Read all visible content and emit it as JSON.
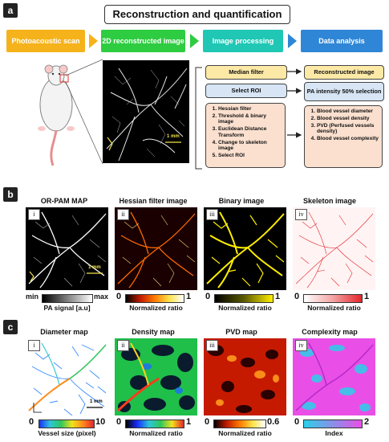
{
  "panel_a": {
    "letter": "a",
    "title": "Reconstruction and quantification",
    "stages": [
      {
        "label": "Photoacoustic scan",
        "color": "#f5b21b"
      },
      {
        "label": "2D reconstructed image",
        "color": "#2ecc40"
      },
      {
        "label": "Image processing",
        "color": "#1fc7b4"
      },
      {
        "label": "Data analysis",
        "color": "#2f86d6"
      }
    ],
    "processing_steps": {
      "median_filter": "Median filter",
      "select_roi": "Select ROI",
      "list": [
        "Hessian filter",
        "Threshold & binary image",
        "Euclidean Distance Transform",
        "Change to skeleton image",
        "Select ROI"
      ]
    },
    "analysis_steps": {
      "reconstructed": "Reconstructed image",
      "pa_intensity": "PA intensity 50% selection",
      "list": [
        "Blood vessel diameter",
        "Blood vessel density",
        "PVD (Perfused vessels density)",
        "Blood vessel complexity"
      ]
    },
    "scale_text": "1 mm",
    "box_colors": {
      "yellow": "#fde9a6",
      "blue": "#d7e5f5",
      "peach": "#fbe0cf"
    }
  },
  "panel_b": {
    "letter": "b",
    "images": [
      {
        "numeral": "i",
        "title": "OR-PAM MAP",
        "min_label": "min",
        "max_label": "max",
        "caption": "PA signal [a.u]"
      },
      {
        "numeral": "ii",
        "title": "Hessian filter image",
        "min_label": "0",
        "max_label": "1",
        "caption": "Normalized ratio"
      },
      {
        "numeral": "iii",
        "title": "Binary image",
        "min_label": "0",
        "max_label": "1",
        "caption": "Normalized ratio"
      },
      {
        "numeral": "iv",
        "title": "Skeleton image",
        "min_label": "0",
        "max_label": "1",
        "caption": "Normalized ratio"
      }
    ],
    "scale_text": "1 mm"
  },
  "panel_c": {
    "letter": "c",
    "images": [
      {
        "numeral": "i",
        "title": "Diameter map",
        "min_label": "0",
        "max_label": "10",
        "caption": "Vessel size (pixel)"
      },
      {
        "numeral": "ii",
        "title": "Density map",
        "min_label": "0",
        "max_label": "1",
        "caption": "Normalized ratio"
      },
      {
        "numeral": "iii",
        "title": "PVD map",
        "min_label": "0",
        "max_label": "0.6",
        "caption": "Normalized ratio"
      },
      {
        "numeral": "iv",
        "title": "Complexity map",
        "min_label": "0",
        "max_label": "2",
        "caption": "Index"
      }
    ],
    "scale_text": "1 mm"
  }
}
